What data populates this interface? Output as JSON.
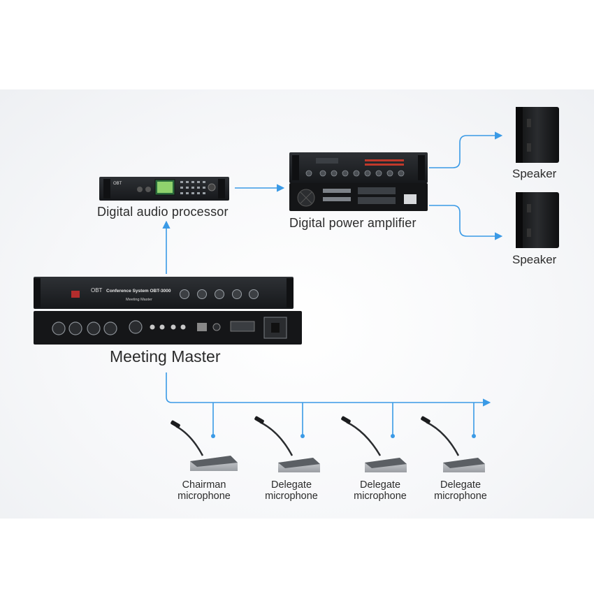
{
  "nodes": {
    "audio_processor": {
      "label": "Digital audio processor",
      "brand": "OBT"
    },
    "power_amplifier": {
      "label": "Digital power amplifier"
    },
    "speaker_top": {
      "label": "Speaker"
    },
    "speaker_bottom": {
      "label": "Speaker"
    },
    "meeting_master": {
      "label": "Meeting Master",
      "brand": "OBT",
      "panel_title": "Conference System OBT-3000",
      "panel_subtitle": "Meeting Master"
    },
    "microphones": [
      {
        "line1": "Chairman",
        "line2": "microphone"
      },
      {
        "line1": "Delegate",
        "line2": "microphone"
      },
      {
        "line1": "Delegate",
        "line2": "microphone"
      },
      {
        "line1": "Delegate",
        "line2": "microphone"
      }
    ]
  },
  "colors": {
    "connector": "#3a9ae6",
    "label_text": "#2b2b2b",
    "device_body": "#1d1f22",
    "device_face": "#2c2f33",
    "background": "#f4f5f7"
  }
}
